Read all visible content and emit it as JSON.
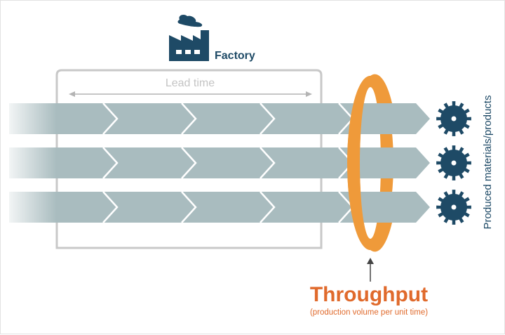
{
  "factory": {
    "label": "Factory",
    "icon": "factory-icon"
  },
  "lead_time": {
    "label": "Lead time"
  },
  "process_rows": [
    {
      "name": "process-row-1",
      "stages": 5
    },
    {
      "name": "process-row-2",
      "stages": 5
    },
    {
      "name": "process-row-3",
      "stages": 5
    }
  ],
  "throughput": {
    "title": "Throughput",
    "subtitle": "(production volume per unit time)"
  },
  "output": {
    "label": "Produced materials/products",
    "icon": "gear-icon",
    "count": 3
  },
  "colors": {
    "bar": "#a9bcbf",
    "ring": "#ef9a3a",
    "accent_text": "#e06a2c",
    "dark_blue": "#1e4a66",
    "frame": "#c8c8c8",
    "lead_arrow": "#b4b4b4",
    "pointer_arrow": "#444444"
  }
}
